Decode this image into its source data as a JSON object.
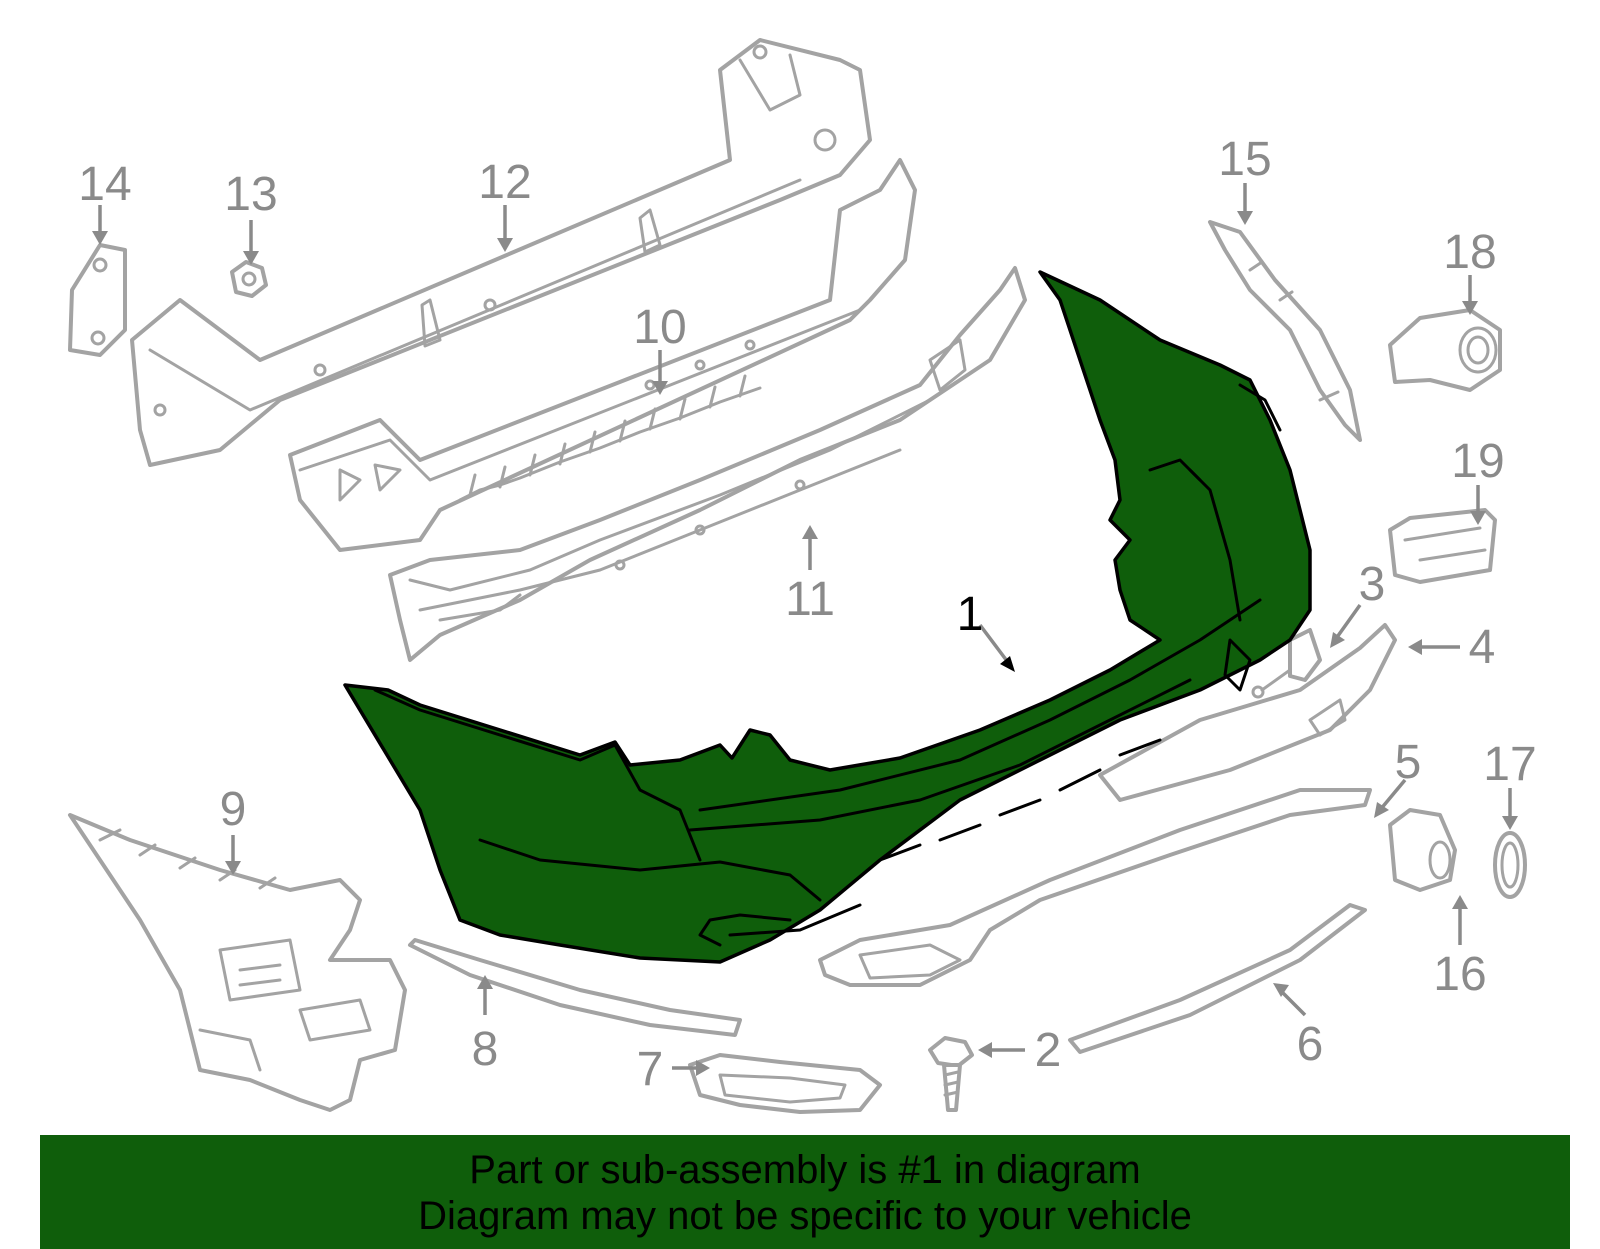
{
  "diagram": {
    "highlight_color": "#0f5e0b",
    "outline_color": "#a3a3a3",
    "callouts": [
      "1",
      "2",
      "3",
      "4",
      "5",
      "6",
      "7",
      "8",
      "9",
      "10",
      "11",
      "12",
      "13",
      "14",
      "15",
      "16",
      "17",
      "18",
      "19"
    ]
  },
  "banner": {
    "line1": "Part or sub-assembly is #1 in diagram",
    "line2": "Diagram may not be specific to your vehicle",
    "background": "#0f5e0b"
  }
}
